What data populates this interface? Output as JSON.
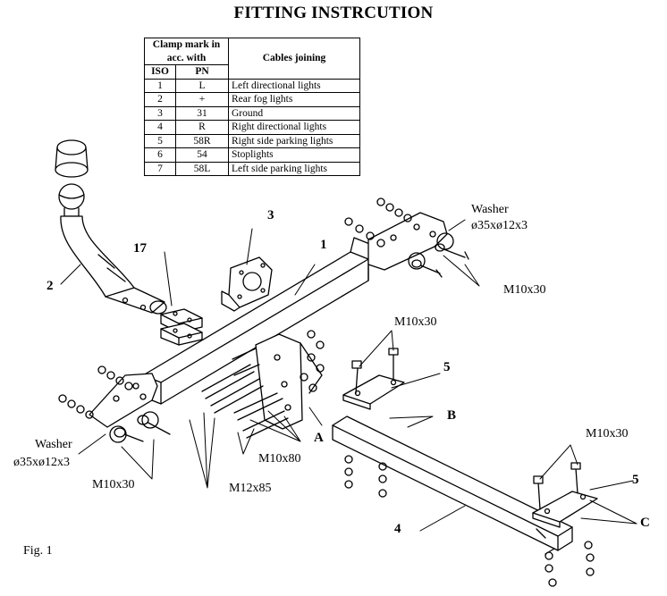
{
  "title": "FITTING INSTRCUTION",
  "table": {
    "header_clamp": "Clamp mark in acc. with",
    "header_iso": "ISO",
    "header_pn": "PN",
    "header_cables": "Cables joining",
    "rows": [
      {
        "iso": "1",
        "pn": "L",
        "cable": "Left directional lights"
      },
      {
        "iso": "2",
        "pn": "+",
        "cable": "Rear fog lights"
      },
      {
        "iso": "3",
        "pn": "31",
        "cable": "Ground"
      },
      {
        "iso": "4",
        "pn": "R",
        "cable": "Right directional lights"
      },
      {
        "iso": "5",
        "pn": "58R",
        "cable": "Right side parking lights"
      },
      {
        "iso": "6",
        "pn": "54",
        "cable": "Stoplights"
      },
      {
        "iso": "7",
        "pn": "58L",
        "cable": "Left side parking lights"
      }
    ]
  },
  "labels": {
    "washer_top": "Washer",
    "washer_top_dim": "ø35xø12x3",
    "washer_left": "Washer",
    "washer_left_dim": "ø35xø12x3",
    "m10x30_right": "M10x30",
    "m10x30_center": "M10x30",
    "m10x30_lower_right": "M10x30",
    "m10x30_left": "M10x30",
    "m10x80": "M10x80",
    "m12x85": "M12x85",
    "a": "A",
    "b": "B",
    "c": "C",
    "n1": "1",
    "n2": "2",
    "n3": "3",
    "n4": "4",
    "n5_upper": "5",
    "n5_lower": "5",
    "n17": "17",
    "fig": "Fig. 1"
  }
}
